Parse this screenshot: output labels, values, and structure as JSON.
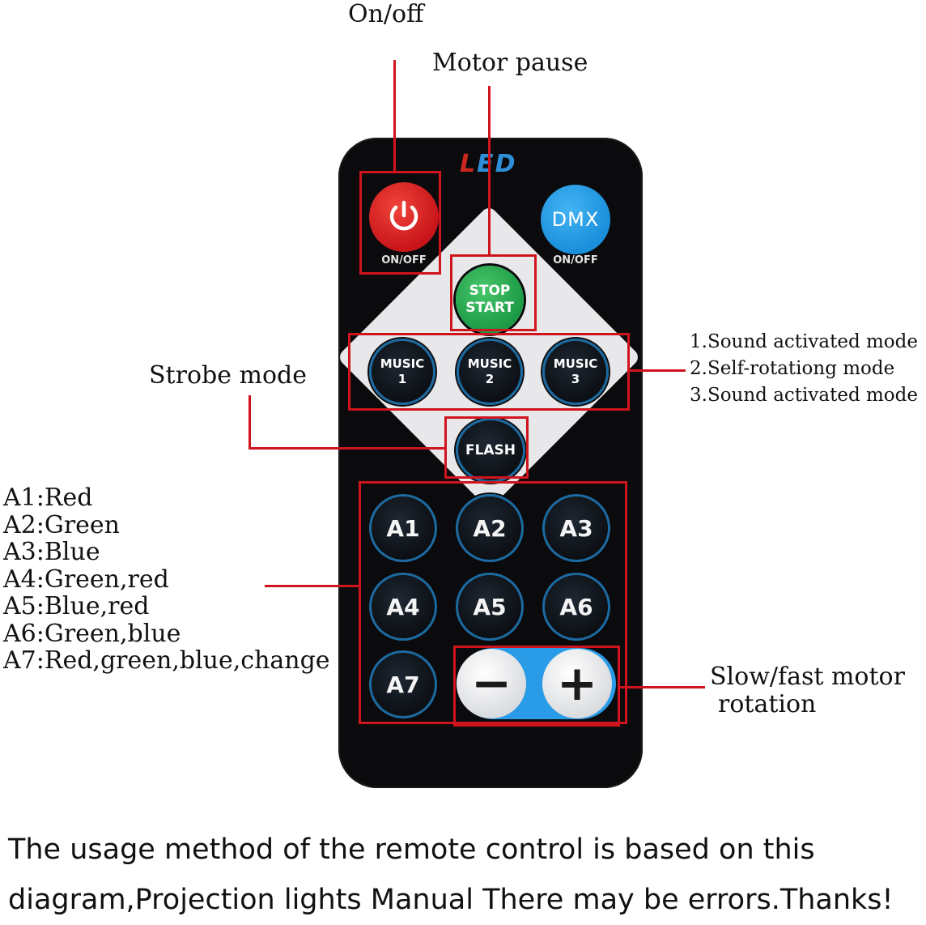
{
  "labels": {
    "on_off": "On/off",
    "motor_pause": "Motor pause",
    "strobe_mode": "Strobe mode",
    "slow_fast_line1": "Slow/fast motor",
    "slow_fast_line2": "rotation"
  },
  "music_modes": [
    "1.Sound activated mode",
    "2.Self-rotationg mode",
    "3.Sound activated mode"
  ],
  "color_keys": [
    "A1:Red",
    "A2:Green",
    "A3:Blue",
    "A4:Green,red",
    "A5:Blue,red",
    "A6:Green,blue",
    "A7:Red,green,blue,change"
  ],
  "remote": {
    "brand_part1": "L",
    "brand_part2": "ED",
    "power_caption": "ON/OFF",
    "dmx_label": "DMX",
    "dmx_caption": "ON/OFF",
    "stop_line1": "STOP",
    "stop_line2": "START",
    "music_buttons": [
      {
        "line1": "MUSIC",
        "line2": "1"
      },
      {
        "line1": "MUSIC",
        "line2": "2"
      },
      {
        "line1": "MUSIC",
        "line2": "3"
      }
    ],
    "flash_label": "FLASH",
    "a_buttons": [
      "A1",
      "A2",
      "A3",
      "A4",
      "A5",
      "A6",
      "A7"
    ],
    "minus_label": "−",
    "plus_label": "+"
  },
  "footer": {
    "line1": "The usage method of the remote control is based on this",
    "line2": "diagram,Projection lights Manual There may be errors.Thanks!"
  },
  "colors": {
    "annotation": "#d0141e",
    "power": "#e0262b",
    "dmx": "#2aa3ea",
    "stop_start": "#2cae55",
    "remote_body": "#0b0b0d"
  }
}
